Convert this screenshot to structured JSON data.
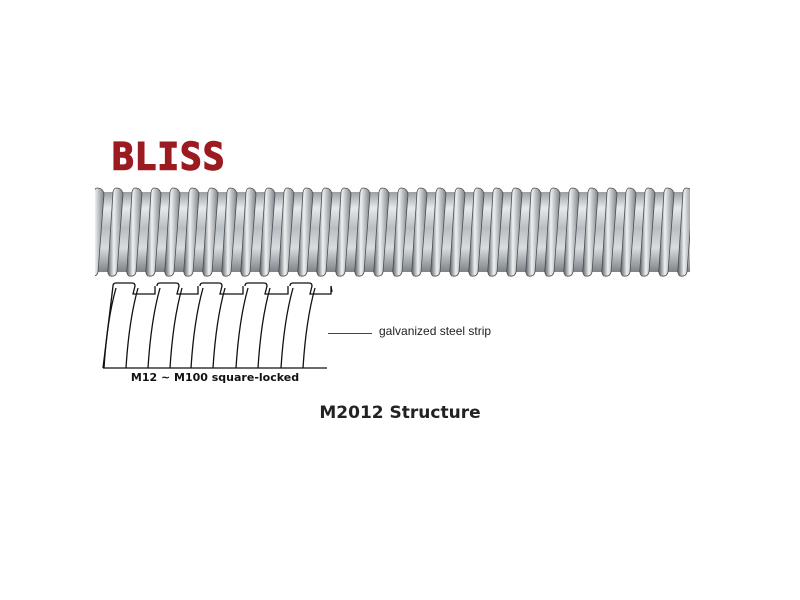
{
  "logo": {
    "text": "BLISS",
    "color": "#9b1b20"
  },
  "diagram": {
    "material_label": "galvanized steel strip",
    "size_caption": "M12 ~ M100 square-locked",
    "title": "M2012 Structure",
    "leader_color": "#b01818"
  }
}
